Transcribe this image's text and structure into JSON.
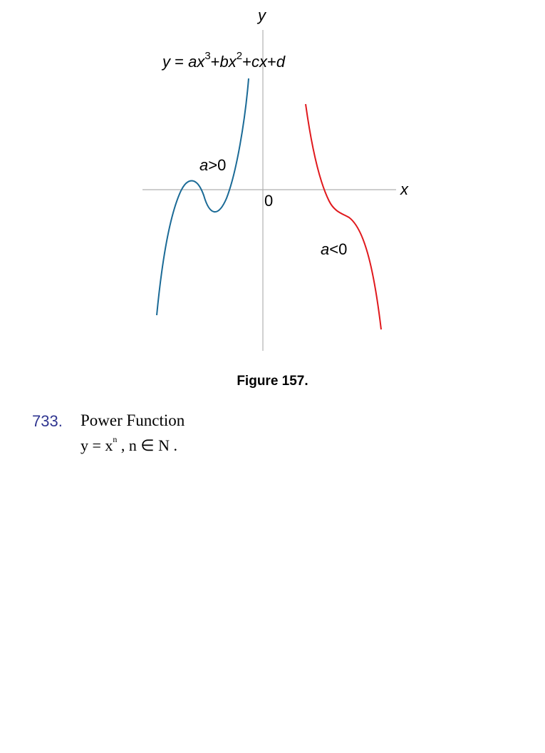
{
  "figure": {
    "axis_x_label": "x",
    "axis_y_label": "y",
    "origin_label": "0",
    "equation": {
      "y": "y",
      "eq": " = ",
      "a": "a",
      "x1": "x",
      "exp3": "3",
      "plus_b": "+",
      "b": "b",
      "x2": "x",
      "exp2": "2",
      "plus_c": "+",
      "c": "c",
      "x3": "x",
      "plus_d": "+",
      "d": "d"
    },
    "label_pos": {
      "a": "a",
      "rel": ">0"
    },
    "label_neg": {
      "a": "a",
      "rel": "<0"
    },
    "colors": {
      "positive_curve": "#1a6a96",
      "negative_curve": "#e0191d",
      "axes": "#b0b0b0"
    },
    "caption": "Figure 157."
  },
  "section": {
    "number": "733.",
    "title": "Power Function",
    "formula": {
      "y": "y",
      "eq": " = ",
      "x": "x",
      "n_exp": "n",
      "sep": " ,  ",
      "n": "n",
      "in": " ∈ ",
      "N": "N",
      "end": " ."
    },
    "color": "#2f3590"
  }
}
